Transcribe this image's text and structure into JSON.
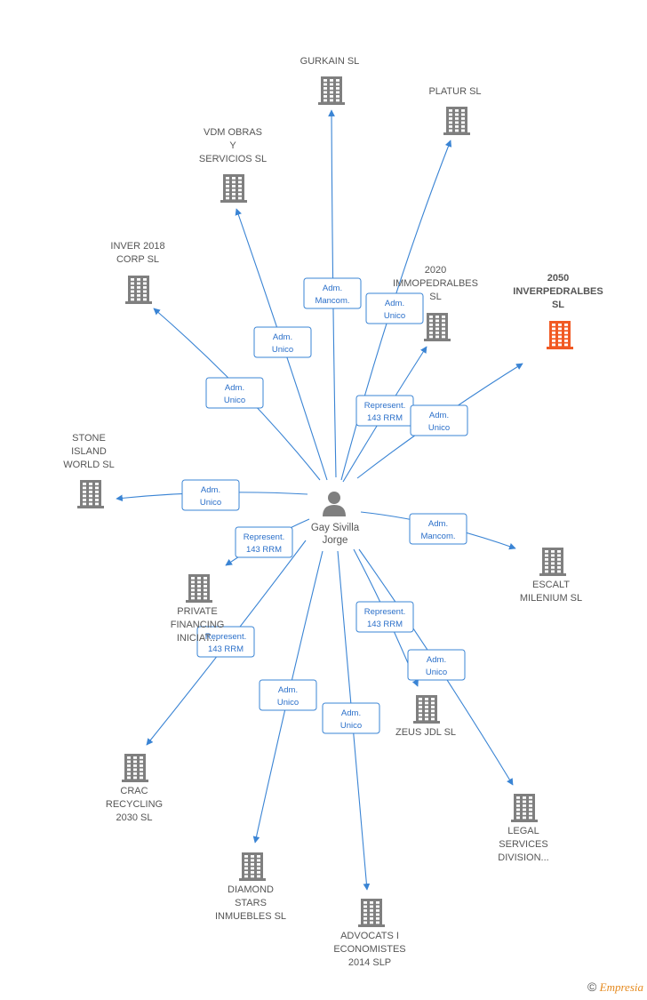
{
  "colors": {
    "edge": "#3a84d4",
    "building": "#7f7f7f",
    "highlight": "#f15a24",
    "box_border": "#3a84d4"
  },
  "center": {
    "name_lines": [
      "Gay Sivilla",
      "Jorge"
    ],
    "icon": "person-icon"
  },
  "companies": [
    {
      "id": "gurkain",
      "lines": [
        "GURKAIN  SL"
      ],
      "icon": "building-icon"
    },
    {
      "id": "platur",
      "lines": [
        "PLATUR  SL"
      ],
      "icon": "building-icon"
    },
    {
      "id": "vdm",
      "lines": [
        "VDM OBRAS",
        "Y",
        "SERVICIOS  SL"
      ],
      "icon": "building-icon"
    },
    {
      "id": "inver2018",
      "lines": [
        "INVER 2018",
        "CORP  SL"
      ],
      "icon": "building-icon"
    },
    {
      "id": "immopedralbes",
      "lines": [
        "2020",
        "IMMOPEDRALBES",
        "SL"
      ],
      "icon": "building-icon"
    },
    {
      "id": "inverpedralbes",
      "lines": [
        "2050",
        "INVERPEDRALBES",
        "SL"
      ],
      "icon": "building-icon",
      "highlight": true
    },
    {
      "id": "stoneisland",
      "lines": [
        "STONE",
        "ISLAND",
        "WORLD  SL"
      ],
      "icon": "building-icon"
    },
    {
      "id": "escalt",
      "lines": [
        "ESCALT",
        "MILENIUM  SL"
      ],
      "icon": "building-icon"
    },
    {
      "id": "private",
      "lines": [
        "PRIVATE",
        "FINANCING",
        "INICIAT..."
      ],
      "icon": "building-icon"
    },
    {
      "id": "zeus",
      "lines": [
        "ZEUS JDL  SL"
      ],
      "icon": "building-icon"
    },
    {
      "id": "crac",
      "lines": [
        "CRAC",
        "RECYCLING",
        "2030  SL"
      ],
      "icon": "building-icon"
    },
    {
      "id": "legal",
      "lines": [
        "LEGAL",
        "SERVICES",
        "DIVISION..."
      ],
      "icon": "building-icon"
    },
    {
      "id": "diamond",
      "lines": [
        "DIAMOND",
        "STARS",
        "INMUEBLES SL"
      ],
      "icon": "building-icon"
    },
    {
      "id": "advocats",
      "lines": [
        "ADVOCATS I",
        "ECONOMISTES",
        "2014  SLP"
      ],
      "icon": "building-icon"
    }
  ],
  "relations": [
    {
      "target": "gurkain",
      "lines": [
        "Adm.",
        "Mancom."
      ]
    },
    {
      "target": "platur",
      "lines": [
        "Adm.",
        "Unico"
      ]
    },
    {
      "target": "vdm",
      "lines": [
        "Adm.",
        "Unico"
      ]
    },
    {
      "target": "inver2018",
      "lines": [
        "Adm.",
        "Unico"
      ]
    },
    {
      "target": "immopedralbes",
      "lines": [
        "Represent.",
        "143 RRM"
      ]
    },
    {
      "target": "inverpedralbes",
      "lines": [
        "Adm.",
        "Unico"
      ]
    },
    {
      "target": "stoneisland",
      "lines": [
        "Adm.",
        "Unico"
      ]
    },
    {
      "target": "escalt",
      "lines": [
        "Adm.",
        "Mancom."
      ]
    },
    {
      "target": "private",
      "lines": [
        "Represent.",
        "143 RRM"
      ]
    },
    {
      "target": "zeus",
      "lines": [
        "Represent.",
        "143 RRM"
      ]
    },
    {
      "target": "legal",
      "lines": [
        "Adm.",
        "Unico"
      ]
    },
    {
      "target": "crac",
      "lines": [
        "Represent.",
        "143 RRM"
      ]
    },
    {
      "target": "diamond",
      "lines": [
        "Adm.",
        "Unico"
      ]
    },
    {
      "target": "advocats",
      "lines": [
        "Adm.",
        "Unico"
      ]
    }
  ],
  "watermark": {
    "symbol": "©",
    "brand": "Empresia"
  }
}
